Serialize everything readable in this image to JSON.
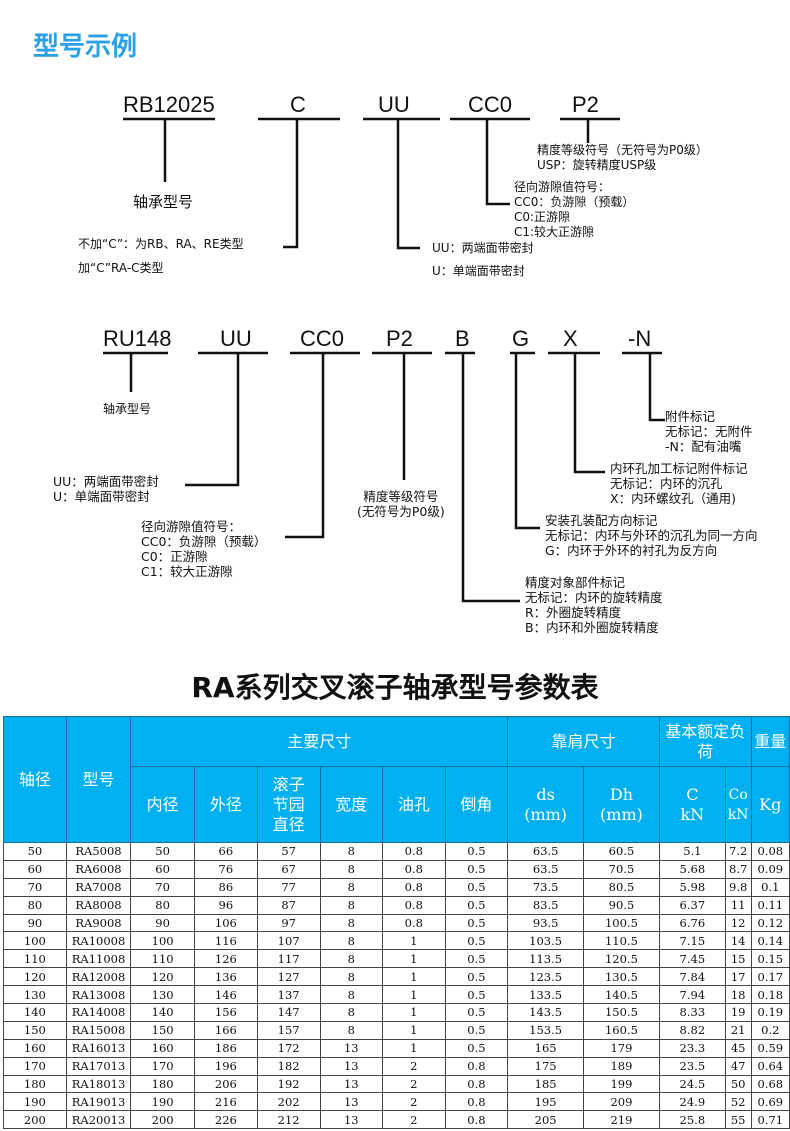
{
  "title": "型号示例",
  "example1": {
    "codes": [
      "RB12025",
      "C",
      "UU",
      "CC0",
      "P2"
    ],
    "bearing_model": "轴承型号",
    "c_notes": [
      "不加“C”：为RB、RA、RE类型",
      "加“C”RA-C类型"
    ],
    "seal_notes": [
      "UU：两端面带密封",
      "U：单端面带密封"
    ],
    "clearance_notes": [
      "径向游隙值符号：",
      "CC0：负游隙（预载）",
      "C0:正游隙",
      "C1:较大正游隙"
    ],
    "precision_notes": [
      "精度等级符号（无符号为P0级）",
      "USP：旋转精度USP级"
    ]
  },
  "example2": {
    "codes": [
      "RU148",
      "UU",
      "CC0",
      "P2",
      "B",
      "G",
      "X",
      "-N"
    ],
    "bearing_model": "轴承型号",
    "seal_notes": [
      "UU：两端面带密封",
      "U：单端面带密封"
    ],
    "clearance_notes": [
      "径向游隙值符号：",
      "CC0：负游隙（预载）",
      "C0：正游隙",
      "C1：较大正游隙"
    ],
    "precision_notes": [
      "精度等级符号",
      "(无符号为P0级)"
    ],
    "b_notes": [
      "精度对象部件标记",
      "无标记：内环的旋转精度",
      "R：外圈旋转精度",
      "B：内环和外圈旋转精度"
    ],
    "g_notes": [
      "安装孔装配方向标记",
      "无标记：内环与外环的沉孔为同一方向",
      "G：内环于外环的衬孔为反方向"
    ],
    "x_notes": [
      "内环孔加工标记附件标记",
      "无标记：内环的沉孔",
      "X：内环螺纹孔（通用)"
    ],
    "n_notes": [
      "附件标记",
      "无标记：无附件",
      "-N：配有油嘴"
    ]
  },
  "table": {
    "title": "RA系列交叉滚子轴承型号参数表",
    "headers": {
      "shaft": "轴径",
      "model": "型号",
      "main": "主要尺寸",
      "shoulder": "靠肩尺寸",
      "load": "基本额定负荷",
      "weight": "重量",
      "inner": "内径",
      "outer": "外径",
      "pitch": "滚子节园直径",
      "width": "宽度",
      "oil": "油孔",
      "chamfer": "倒角",
      "ds": "ds (mm)",
      "dh": "Dh (mm)",
      "c": "C kN",
      "co": "Co kN",
      "kg": "Kg"
    },
    "rows": [
      [
        "50",
        "RA5008",
        "50",
        "66",
        "57",
        "8",
        "0.8",
        "0.5",
        "63.5",
        "60.5",
        "5.1",
        "7.2",
        "0.08"
      ],
      [
        "60",
        "RA6008",
        "60",
        "76",
        "67",
        "8",
        "0.8",
        "0.5",
        "63.5",
        "70.5",
        "5.68",
        "8.7",
        "0.09"
      ],
      [
        "70",
        "RA7008",
        "70",
        "86",
        "77",
        "8",
        "0.8",
        "0.5",
        "73.5",
        "80.5",
        "5.98",
        "9.8",
        "0.1"
      ],
      [
        "80",
        "RA8008",
        "80",
        "96",
        "87",
        "8",
        "0.8",
        "0.5",
        "83.5",
        "90.5",
        "6.37",
        "11",
        "0.11"
      ],
      [
        "90",
        "RA9008",
        "90",
        "106",
        "97",
        "8",
        "0.8",
        "0.5",
        "93.5",
        "100.5",
        "6.76",
        "12",
        "0.12"
      ],
      [
        "100",
        "RA10008",
        "100",
        "116",
        "107",
        "8",
        "1",
        "0.5",
        "103.5",
        "110.5",
        "7.15",
        "14",
        "0.14"
      ],
      [
        "110",
        "RA11008",
        "110",
        "126",
        "117",
        "8",
        "1",
        "0.5",
        "113.5",
        "120.5",
        "7.45",
        "15",
        "0.15"
      ],
      [
        "120",
        "RA12008",
        "120",
        "136",
        "127",
        "8",
        "1",
        "0.5",
        "123.5",
        "130.5",
        "7.84",
        "17",
        "0.17"
      ],
      [
        "130",
        "RA13008",
        "130",
        "146",
        "137",
        "8",
        "1",
        "0.5",
        "133.5",
        "140.5",
        "7.94",
        "18",
        "0.18"
      ],
      [
        "140",
        "RA14008",
        "140",
        "156",
        "147",
        "8",
        "1",
        "0.5",
        "143.5",
        "150.5",
        "8.33",
        "19",
        "0.19"
      ],
      [
        "150",
        "RA15008",
        "150",
        "166",
        "157",
        "8",
        "1",
        "0.5",
        "153.5",
        "160.5",
        "8.82",
        "21",
        "0.2"
      ],
      [
        "160",
        "RA16013",
        "160",
        "186",
        "172",
        "13",
        "1",
        "0.5",
        "165",
        "179",
        "23.3",
        "45",
        "0.59"
      ],
      [
        "170",
        "RA17013",
        "170",
        "196",
        "182",
        "13",
        "2",
        "0.8",
        "175",
        "189",
        "23.5",
        "47",
        "0.64"
      ],
      [
        "180",
        "RA18013",
        "180",
        "206",
        "192",
        "13",
        "2",
        "0.8",
        "185",
        "199",
        "24.5",
        "50",
        "0.68"
      ],
      [
        "190",
        "RA19013",
        "190",
        "216",
        "202",
        "13",
        "2",
        "0.8",
        "195",
        "209",
        "24.9",
        "52",
        "0.69"
      ],
      [
        "200",
        "RA20013",
        "200",
        "226",
        "212",
        "13",
        "2",
        "0.8",
        "205",
        "219",
        "25.8",
        "55",
        "0.71"
      ]
    ]
  }
}
